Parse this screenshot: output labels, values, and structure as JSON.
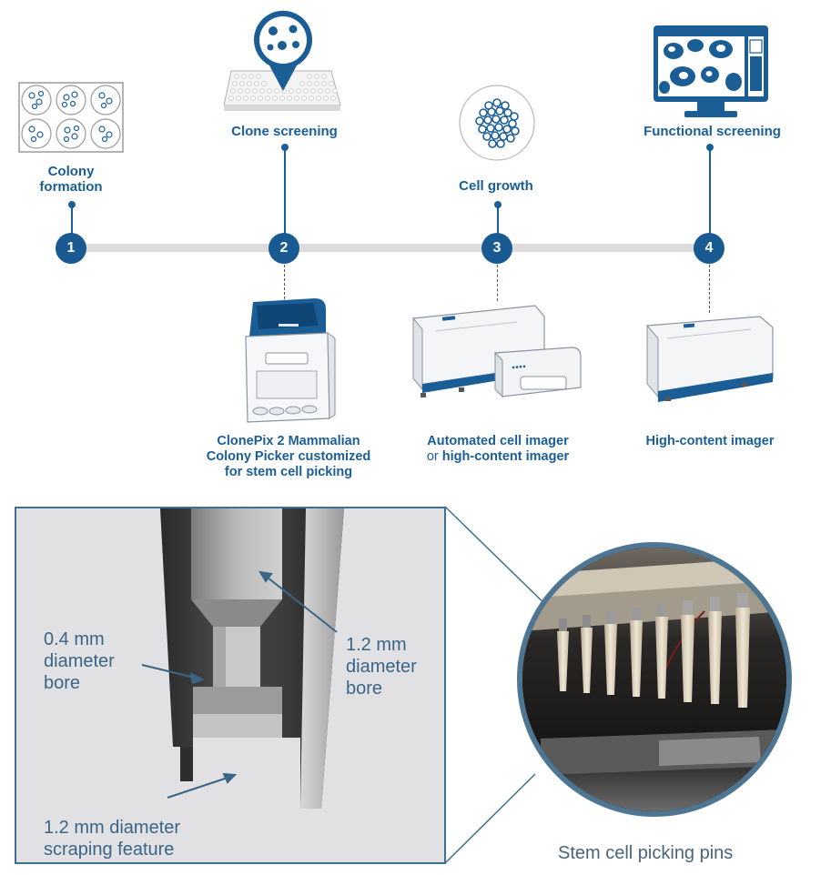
{
  "steps": [
    {
      "number": "1",
      "label_top": "Colony",
      "label_bottom": "formation"
    },
    {
      "number": "2",
      "label": "Clone screening"
    },
    {
      "number": "3",
      "label": "Cell growth"
    },
    {
      "number": "4",
      "label": "Functional screening"
    }
  ],
  "instruments": {
    "clonepix": [
      "ClonePix 2 Mammalian",
      "Colony Picker customized",
      "for stem cell picking"
    ],
    "imager_line1": "Automated cell imager",
    "imager_or": "or",
    "imager_line2": "high-content imager",
    "hci": "High-content imager"
  },
  "pin_annotations": {
    "small_bore": [
      "0.4 mm",
      "diameter",
      "bore"
    ],
    "large_bore": [
      "1.2 mm",
      "diameter",
      "bore"
    ],
    "scraping": [
      "1.2 mm diameter",
      "scraping feature"
    ]
  },
  "caption": "Stem cell picking pins",
  "colors": {
    "brand_blue": "#185a91",
    "timeline_gray": "#dcdcdc",
    "panel_gray": "#e1e1e3"
  }
}
